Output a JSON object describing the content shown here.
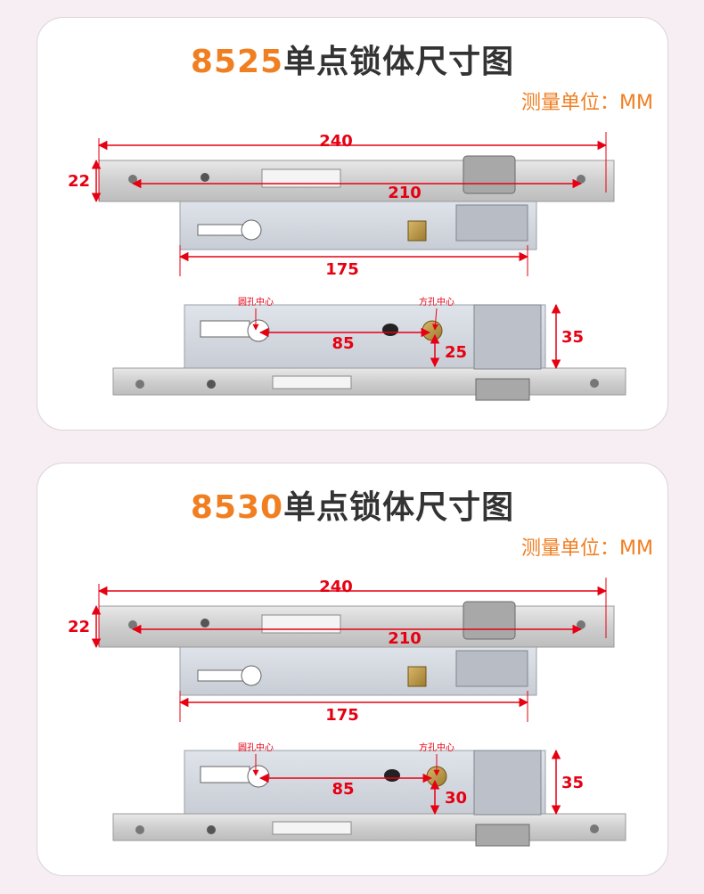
{
  "colors": {
    "accent": "#f07f22",
    "dimension": "#e60012",
    "title": "#333333"
  },
  "sections": [
    {
      "model": "8525",
      "title_suffix": "单点锁体尺寸图",
      "unit": "测量单位：MM",
      "dims": {
        "total_length": "240",
        "hole_spacing": "210",
        "faceplate_width": "22",
        "body_length": "175",
        "round_hole_label": "圆孔中心",
        "square_hole_label": "方孔中心",
        "center_distance": "85",
        "backset_offset": "25",
        "body_height": "35"
      }
    },
    {
      "model": "8530",
      "title_suffix": "单点锁体尺寸图",
      "unit": "测量单位：MM",
      "dims": {
        "total_length": "240",
        "hole_spacing": "210",
        "faceplate_width": "22",
        "body_length": "175",
        "round_hole_label": "圆孔中心",
        "square_hole_label": "方孔中心",
        "center_distance": "85",
        "backset_offset": "30",
        "body_height": "35"
      }
    }
  ]
}
